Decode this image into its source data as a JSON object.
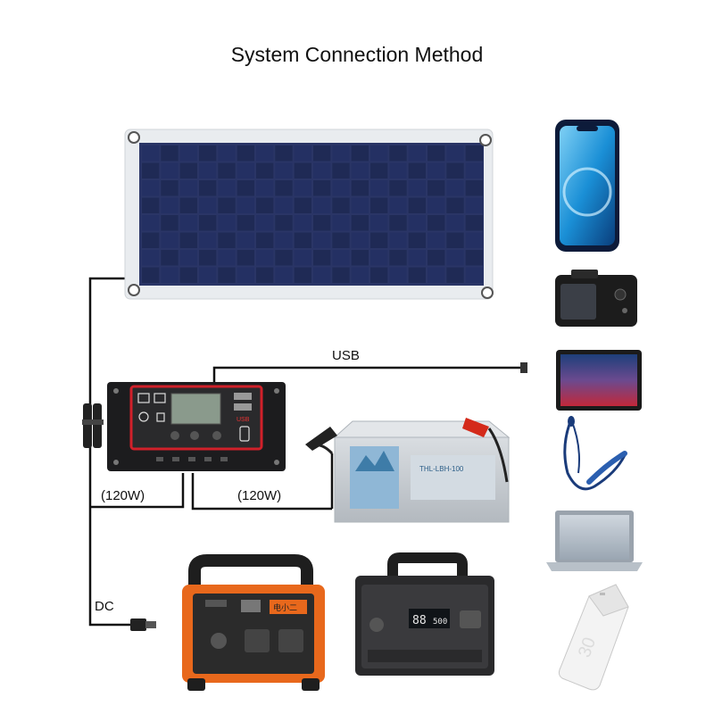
{
  "title": "System Connection Method",
  "labels": {
    "usb": "USB",
    "left_power": "(120W)",
    "right_power": "(120W)",
    "dc": "DC"
  },
  "controller": {
    "usb_text": "USB"
  },
  "battery": {
    "model": "THL-LBH-100"
  },
  "power_station_left": {
    "brand_text": "电小二"
  },
  "power_station_right": {
    "display_value": "88",
    "display_value_2": "500"
  },
  "power_bank": {
    "capacity_text": "30"
  },
  "colors": {
    "panel_cell": "#1f2a55",
    "panel_frame": "#e9ecef",
    "controller_accent": "#d0202a",
    "orange": "#e8681c",
    "battery_body": "#c9ced3",
    "battery_label": "#8fb7d6",
    "wire": "#111111"
  }
}
